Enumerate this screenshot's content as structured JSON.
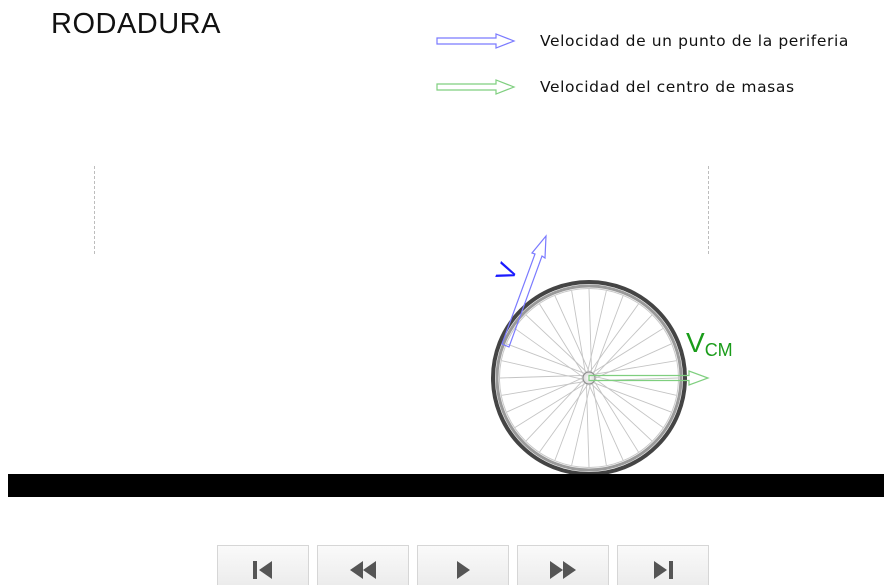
{
  "title": "RODADURA",
  "legend": [
    {
      "label": "Velocidad de un punto de la periferia",
      "color": "#7a7aff"
    },
    {
      "label": "Velocidad del centro de masas",
      "color": "#7fcf7f"
    }
  ],
  "labels": {
    "v_symbol": "V",
    "vcm_main": "V",
    "vcm_sub": "CM"
  },
  "colors": {
    "v_label": "#1a1aff",
    "vcm_label": "#1a9c1a",
    "ground": "#000000"
  },
  "controls": [
    {
      "name": "skip-to-start",
      "icon": "skip-start-icon"
    },
    {
      "name": "rewind",
      "icon": "rewind-icon"
    },
    {
      "name": "play",
      "icon": "play-icon"
    },
    {
      "name": "fast-forward",
      "icon": "fast-forward-icon"
    },
    {
      "name": "skip-to-end",
      "icon": "skip-end-icon"
    }
  ]
}
